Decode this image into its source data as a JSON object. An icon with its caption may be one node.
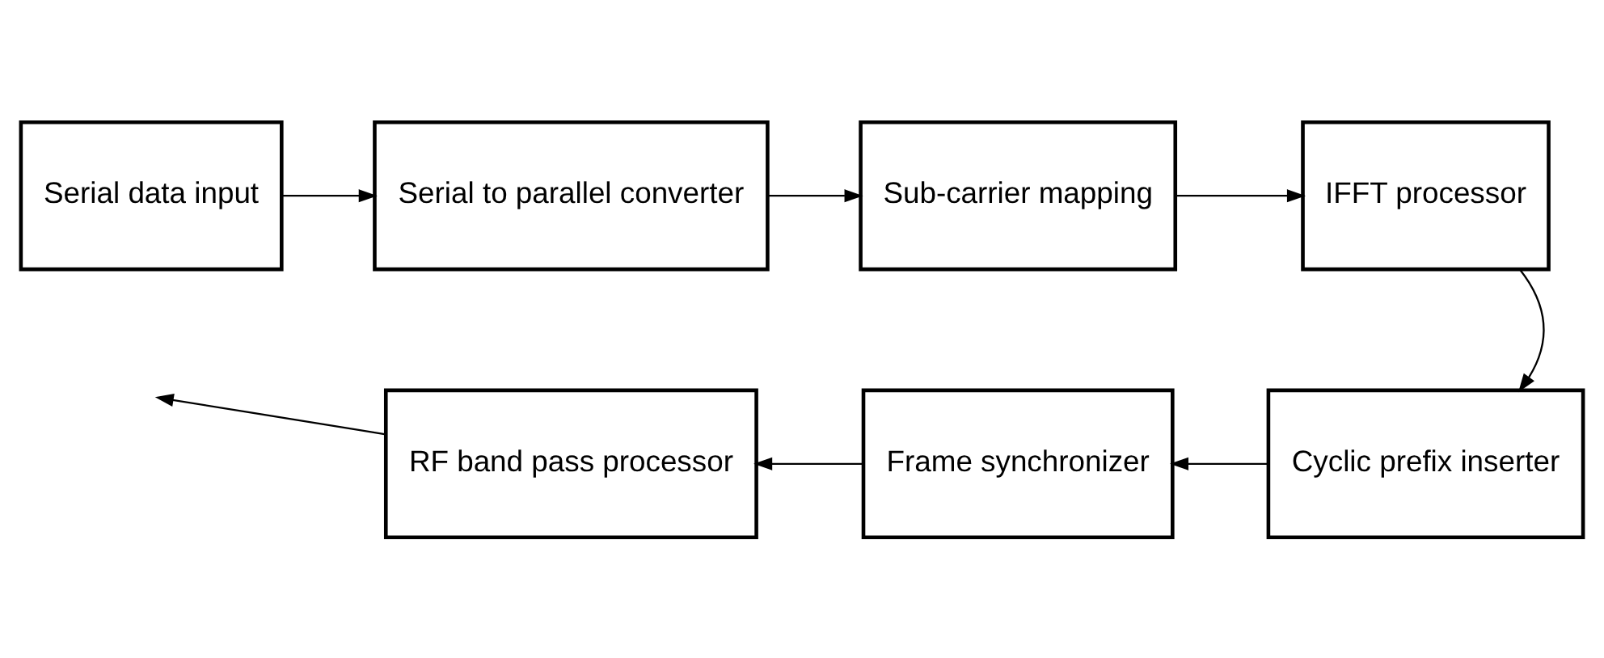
{
  "diagram": {
    "nodes": [
      {
        "text": [
          "Serial data input"
        ]
      },
      {
        "text": [
          "Serial to parallel converter"
        ]
      },
      {
        "text": [
          "Sub-carrier mapping"
        ]
      },
      {
        "text": [
          "IFFT processor"
        ]
      },
      {
        "text": [
          "Cyclic prefix inserter"
        ]
      },
      {
        "text": [
          "Frame synchronizer"
        ]
      },
      {
        "text": [
          "RF band pass processor"
        ]
      }
    ],
    "edges": [
      {
        "from": 0,
        "to": 1,
        "arrow": "to"
      },
      {
        "from": 1,
        "to": 2,
        "arrow": "to"
      },
      {
        "from": 2,
        "to": 3,
        "arrow": "to"
      },
      {
        "from": 3,
        "to": 4,
        "arrow": "to"
      },
      {
        "from": 4,
        "to": 5,
        "arrow": "to"
      },
      {
        "from": 5,
        "to": 6,
        "arrow": "to"
      },
      {
        "from": 6,
        "to": null,
        "arrow": "to"
      }
    ]
  }
}
